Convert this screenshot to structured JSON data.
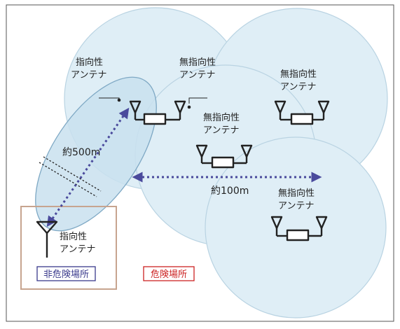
{
  "labels": {
    "directional_antenna_l1": "指向性",
    "directional_antenna_l2": "アンテナ",
    "omni_antenna_l1": "無指向性",
    "omni_antenna_l2": "アンテナ",
    "distance_500": "約500m",
    "distance_100": "約100m",
    "non_hazardous_area": "非危険場所",
    "hazardous_area": "危険場所"
  },
  "colors": {
    "coverage_fill": "#d4e8f3",
    "coverage_stroke": "#9fc3d8",
    "beam_fill": "#c9e0ee",
    "beam_stroke": "#7ea8c4",
    "dotted_arrow": "#4a4a9c",
    "non_hazardous_box_border": "#c7a48f",
    "non_hazardous_label": "#3a3a8c",
    "hazardous_label": "#cc2222",
    "frame_border": "#555555"
  }
}
